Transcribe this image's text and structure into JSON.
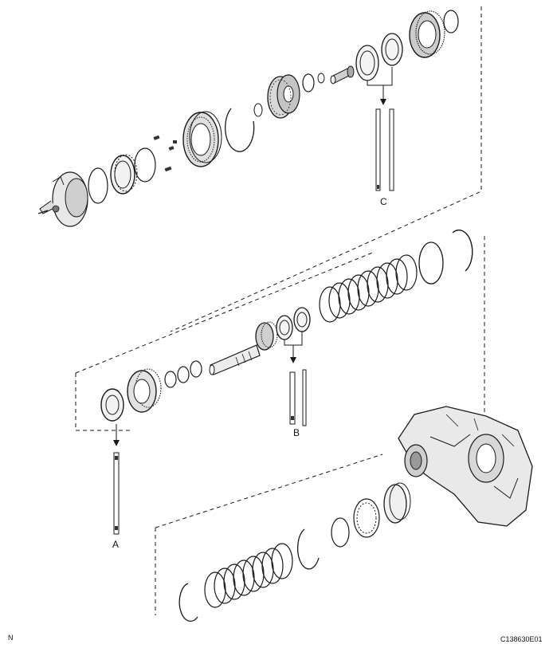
{
  "callouts": {
    "a": "A",
    "b": "B",
    "c": "C"
  },
  "corner_mark": "N",
  "figure_code": "C138630E01",
  "colors": {
    "ink": "#1a1a1a",
    "shade": "#9a9a9a",
    "paper": "#ffffff"
  }
}
